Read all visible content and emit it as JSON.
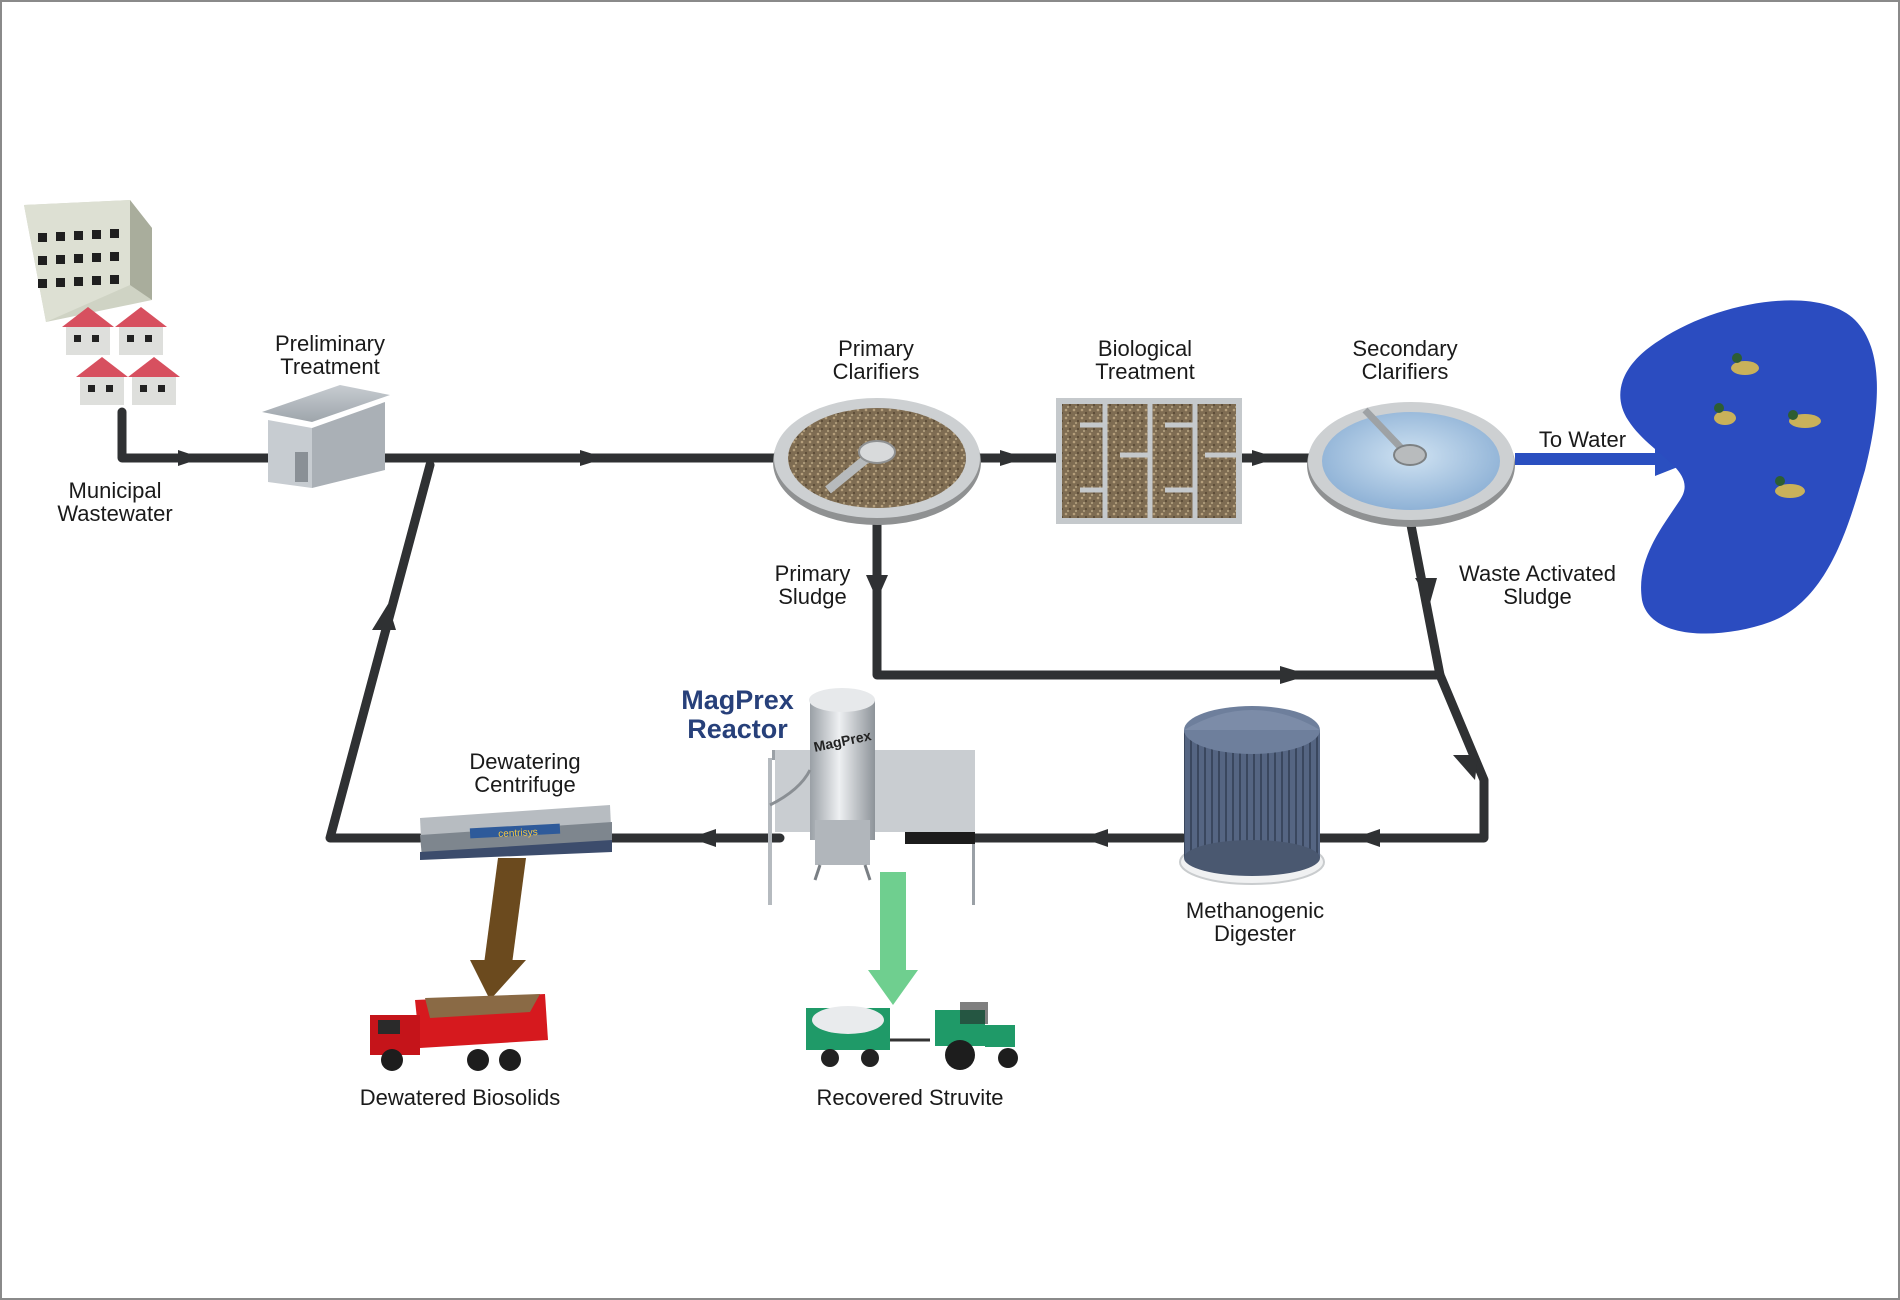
{
  "labels": {
    "municipal": [
      "Municipal",
      "Wastewater"
    ],
    "preliminary": [
      "Preliminary",
      "Treatment"
    ],
    "primary_clarifiers": [
      "Primary",
      "Clarifiers"
    ],
    "biological": [
      "Biological",
      "Treatment"
    ],
    "secondary_clarifiers": [
      "Secondary",
      "Clarifiers"
    ],
    "to_water": "To Water",
    "primary_sludge": [
      "Primary",
      "Sludge"
    ],
    "waste_activated": [
      "Waste Activated",
      "Sludge"
    ],
    "dewatering": [
      "Dewatering",
      "Centrifuge"
    ],
    "digester": [
      "Methanogenic",
      "Digester"
    ],
    "biosolids": "Dewatered Biosolids",
    "struvite": "Recovered Struvite"
  },
  "brand": {
    "title": [
      "MagPrex",
      "Reactor"
    ],
    "tank_text": "MagPrex",
    "centrifuge_text": "centrisys",
    "color": "#27407a"
  },
  "colors": {
    "pipe": "#2f3133",
    "water": "#2a4fc0",
    "struvite_arrow": "#6fcf8f",
    "biosolids_arrow": "#6b4a1e",
    "truck": "#d6191e",
    "tractor": "#1f9a68"
  },
  "icons": {
    "apartment": "apartment-building-icon",
    "houses": "house-icon",
    "shed": "shed-icon",
    "clarifier": "clarifier-tank-icon",
    "basin": "aeration-basin-icon",
    "pond": "pond-icon",
    "duck": "duck-icon",
    "digester": "digester-tank-icon",
    "reactor": "reactor-building-icon",
    "centrifuge": "centrifuge-icon",
    "truck": "dump-truck-icon",
    "tractor": "tractor-icon"
  }
}
